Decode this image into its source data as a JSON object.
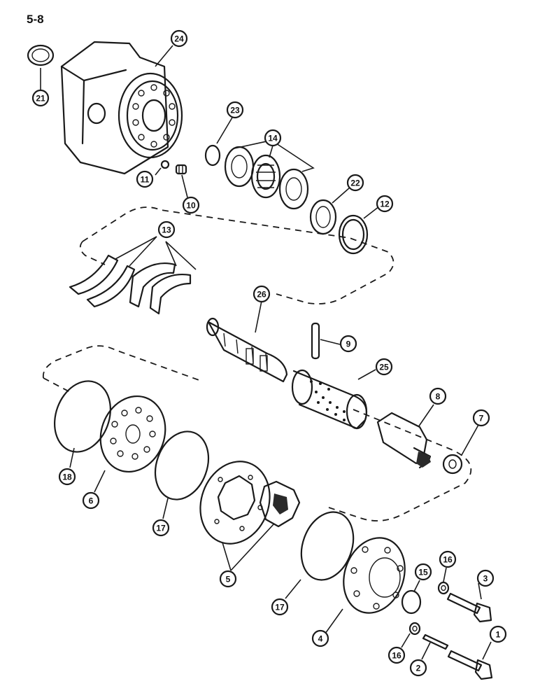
{
  "page": {
    "label": "5-8"
  },
  "callouts": [
    {
      "id": "c21",
      "text": "21"
    },
    {
      "id": "c24",
      "text": "24"
    },
    {
      "id": "c23",
      "text": "23"
    },
    {
      "id": "c14",
      "text": "14"
    },
    {
      "id": "c11",
      "text": "11"
    },
    {
      "id": "c10",
      "text": "10"
    },
    {
      "id": "c22",
      "text": "22"
    },
    {
      "id": "c12",
      "text": "12"
    },
    {
      "id": "c13",
      "text": "13"
    },
    {
      "id": "c26",
      "text": "26"
    },
    {
      "id": "c9",
      "text": "9"
    },
    {
      "id": "c25",
      "text": "25"
    },
    {
      "id": "c8",
      "text": "8"
    },
    {
      "id": "c7",
      "text": "7"
    },
    {
      "id": "c18",
      "text": "18"
    },
    {
      "id": "c6",
      "text": "6"
    },
    {
      "id": "c17a",
      "text": "17"
    },
    {
      "id": "c5",
      "text": "5"
    },
    {
      "id": "c17b",
      "text": "17"
    },
    {
      "id": "c15",
      "text": "15"
    },
    {
      "id": "c16a",
      "text": "16"
    },
    {
      "id": "c3",
      "text": "3"
    },
    {
      "id": "c4",
      "text": "4"
    },
    {
      "id": "c16b",
      "text": "16"
    },
    {
      "id": "c2",
      "text": "2"
    },
    {
      "id": "c1",
      "text": "1"
    }
  ]
}
